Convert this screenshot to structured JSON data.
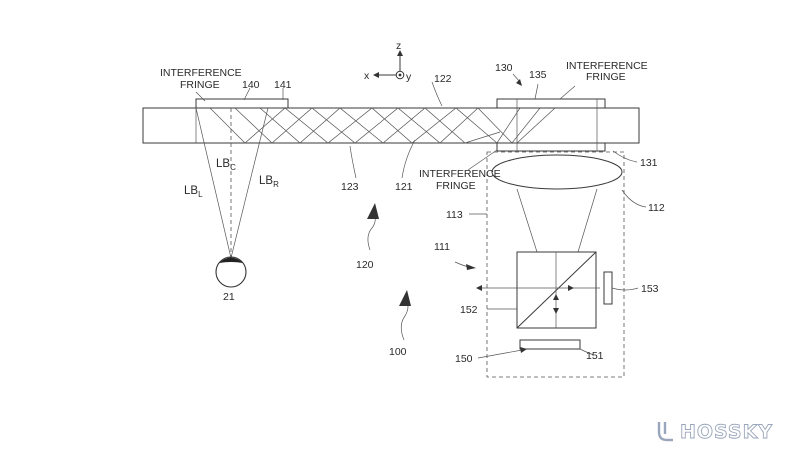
{
  "axes": {
    "z": "z",
    "x": "x",
    "y": "y"
  },
  "labels": {
    "interference_fringe_left": [
      "INTERFERENCE",
      "FRINGE"
    ],
    "interference_fringe_right": [
      "INTERFERENCE",
      "FRINGE"
    ],
    "interference_fringe_center": [
      "INTERFERENCE",
      "FRINGE"
    ],
    "ref_140": "140",
    "ref_141": "141",
    "ref_122": "122",
    "ref_130": "130",
    "ref_135": "135",
    "ref_131": "131",
    "ref_123": "123",
    "ref_121": "121",
    "ref_113": "113",
    "ref_112": "112",
    "ref_111": "111",
    "ref_120": "120",
    "ref_153": "153",
    "ref_152": "152",
    "ref_150": "150",
    "ref_151": "151",
    "ref_100": "100",
    "ref_21": "21",
    "lb_c": "LB",
    "lb_c_sub": "C",
    "lb_l": "LB",
    "lb_l_sub": "L",
    "lb_r": "LB",
    "lb_r_sub": "R"
  },
  "watermark": "HOSSKY"
}
